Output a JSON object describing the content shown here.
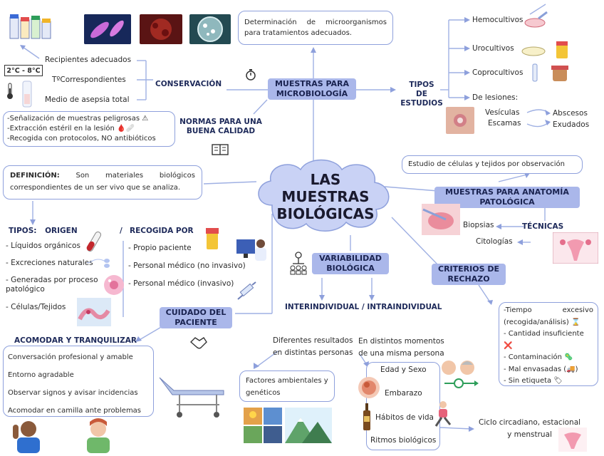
{
  "central": {
    "line1": "LAS",
    "line2": "MUESTRAS",
    "line3": "BIOLÓGICAS"
  },
  "microbiologia": {
    "title_line1": "MUESTRAS PARA",
    "title_line2": "MICROBIOLOGÍA",
    "purpose": "Determinación de microorganismos para tratamientos adecuados.",
    "conservacion": {
      "label": "CONSERVACIÓN",
      "items": [
        "Recipientes adecuados",
        "TºCorrespondientes",
        "Medio de asepsia total"
      ],
      "temp_badge": "2°C - 8°C"
    },
    "normas": {
      "label_line1": "NORMAS PARA UNA",
      "label_line2": "BUENA CALIDAD",
      "items": [
        "-Señalización de muestras peligrosas ⚠",
        "-Extracción estéril en la lesión 🩸🩹",
        "-Recogida con protocolos, NO antibióticos"
      ]
    },
    "tipos_estudios": {
      "label_line1": "TIPOS DE",
      "label_line2": "ESTUDIOS",
      "items": [
        "Hemocultivos",
        "Urocultivos",
        "Coprocultivos",
        "De lesiones:"
      ],
      "lesiones_left": [
        "Vesículas",
        "Escamas"
      ],
      "lesiones_right": [
        "Abscesos",
        "Exudados"
      ]
    }
  },
  "definicion": {
    "label": "DEFINICIÓN:",
    "text": " Son materiales biológicos correspondientes de un ser vivo que se analiza."
  },
  "tipos": {
    "origen_label": "TIPOS: ORIGEN",
    "separator": "/",
    "recogida_label": "RECOGIDA POR",
    "origen_items": [
      "- Líquidos orgánicos",
      "- Excreciones naturales",
      "- Generadas por proceso patológico",
      "- Células/Tejidos"
    ],
    "recogida_items": [
      "- Propio paciente",
      "- Personal médico (no invasivo)",
      "- Personal médico (invasivo)"
    ]
  },
  "cuidado": {
    "title_line1": "CUIDADO DEL",
    "title_line2": "PACIENTE",
    "sub_label": "ACOMODAR Y TRANQUILIZAR",
    "items": [
      "Conversación profesional y amable",
      "Entorno agradable",
      "Observar signos y avisar incidencias",
      "Acomodar en camilla ante problemas"
    ]
  },
  "variabilidad": {
    "title_line1": "VARIABILIDAD",
    "title_line2": "BIOLÓGICA",
    "sub_label": "INTERINDIVIDUAL / INTRAINDIVIDUAL",
    "inter_desc_line1": "Diferentes resultados",
    "inter_desc_line2": "en distintas personas",
    "intra_desc_line1": "En distintos momentos",
    "intra_desc_line2": "de una misma persona",
    "factores": "Factores ambientales y genéticos",
    "intra_items": [
      "Edad y Sexo",
      "Embarazo",
      "Hábitos de vida",
      "Ritmos biológicos"
    ],
    "ciclo_line1": "Ciclo circadiano, estacional",
    "ciclo_line2": "y menstrual"
  },
  "anatomia": {
    "title_line1": "MUESTRAS PARA ANATOMÍA",
    "title_line2": "PATOLÓGICA",
    "purpose": "Estudio de células y tejidos por observación",
    "tecnicas_label": "TÉCNICAS",
    "tecnicas": [
      "Biopsias",
      "Citologías"
    ]
  },
  "rechazo": {
    "title_line1": "CRITERIOS DE",
    "title_line2": "RECHAZO",
    "items": [
      "-Tiempo excesivo (recogida/análisis) ⌛",
      "- Cantidad insuficiente ❌",
      "- Contaminación 🦠",
      "- Mal envasadas (🚚)",
      "- Sin etiqueta 🏷"
    ]
  },
  "colors": {
    "accent": "#aab7ea",
    "border": "#8ea0dc",
    "line": "#9fb0e3",
    "cloud": "#c9d2f5"
  }
}
